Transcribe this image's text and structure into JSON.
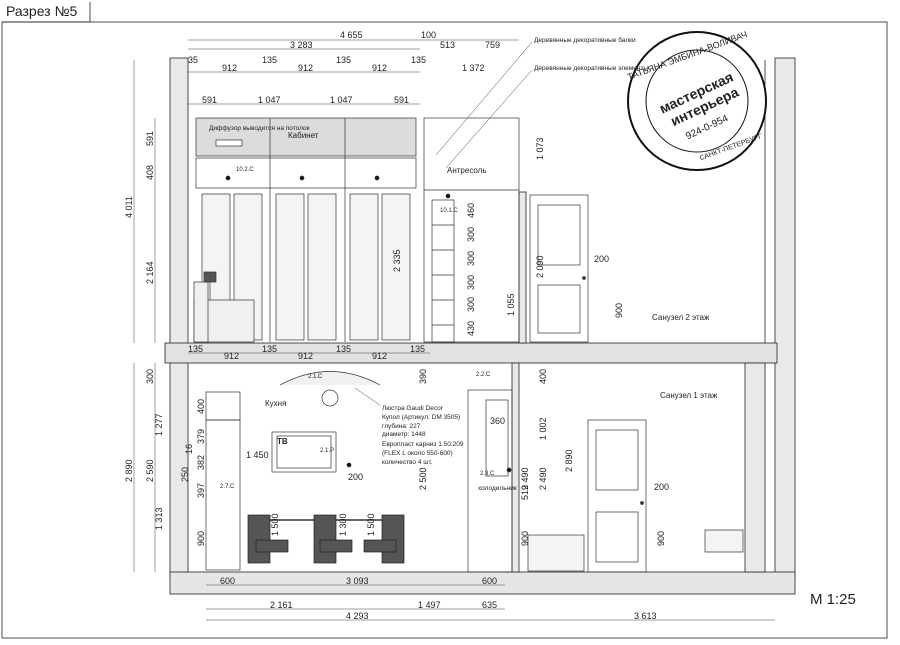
{
  "title": "Разрез №5",
  "scale": "М 1:25",
  "stamp": {
    "ring_text": "ТАТЬЯНА ЭМБИНА-ВОЛИВАЧ",
    "title_line1": "мастерская",
    "title_line2": "интерьера",
    "phone": "924-0-954",
    "city": "САНКТ-ПЕТЕРБУРГ"
  },
  "notes": {
    "beams": "Деревянные декоративные балки",
    "elements": "Деревянные декоративные элементы",
    "diffuser": "Диффузор выводится на потолок",
    "chandelier": "Люстра Gaudi Decor",
    "kupol_1": "Купол (Артикул: DM 3505)",
    "kupol_2": "глубина: 227",
    "kupol_3": "диаметр: 1448",
    "cornice_1": "Европласт карниз 1.50.209",
    "cornice_2": "(FLEX L около 550-600)",
    "cornice_3": "количество 4 шт."
  },
  "rooms": {
    "cabinet": "Кабинет",
    "antresol": "Антресоль",
    "wc2": "Санузел 2 этаж",
    "wc1": "Санузел 1 этаж",
    "kitchen": "Кухня",
    "tv": "ТВ",
    "fridge": "холодильник"
  },
  "tags": {
    "t102c": "10.2.С",
    "t101c": "10.1.С",
    "t21c": "2.1.С",
    "t22c": "2.2.С",
    "t23c": "2.3.С",
    "t27c": "2.7.С",
    "t21p": "2.1.Р"
  },
  "dims_top": {
    "total": "4 655",
    "d100": "100",
    "d3283": "3 283",
    "d513": "513",
    "d759": "759",
    "d35": "35",
    "d912a": "912",
    "d135a": "135",
    "d912b": "912",
    "d135b": "135",
    "d912c": "912",
    "d135c": "135",
    "d1372": "1 372",
    "d591a": "591",
    "d1047a": "1 047",
    "d1047b": "1 047",
    "d591b": "591"
  },
  "dims_mid": {
    "m135a": "135",
    "m912a": "912",
    "m135b": "135",
    "m912b": "912",
    "m135c": "135",
    "m912c": "912",
    "m135d": "135"
  },
  "dims_bottom": {
    "b600a": "600",
    "b3093": "3 093",
    "b600b": "600",
    "b2161": "2 161",
    "b1497": "1 497",
    "b635": "635",
    "b4293": "4 293",
    "b3613": "3 613"
  },
  "dims_vert": {
    "v4011": "4 011",
    "v591": "591",
    "v408": "408",
    "v2164": "2 164",
    "v1073": "1 073",
    "v460": "460",
    "v300a": "300",
    "v300b": "300",
    "v300c": "300",
    "v300d": "300",
    "v430": "430",
    "v1055": "1 055",
    "v2335": "2 335",
    "v2090": "2 090",
    "v200a": "200",
    "v900a": "900",
    "v2890a": "2 890",
    "v2590": "2 590",
    "v300e": "300",
    "v1277": "1 277",
    "v1313": "1 313",
    "v400a": "400",
    "v379": "379",
    "v16": "16",
    "v382": "382",
    "v397": "397",
    "v250": "250",
    "v900b": "900",
    "v1450": "1 450",
    "v200b": "200",
    "v1500a": "1 500",
    "v1300": "1 300",
    "v1500b": "1 500",
    "v2500": "2 500",
    "v390": "390",
    "v360": "360",
    "v400b": "400",
    "v1002": "1 002",
    "v2490a": "2 490",
    "v2490b": "2 490",
    "v2890b": "2 890",
    "v519": "519",
    "v900c": "900",
    "v200c": "200",
    "v900d": "900"
  }
}
